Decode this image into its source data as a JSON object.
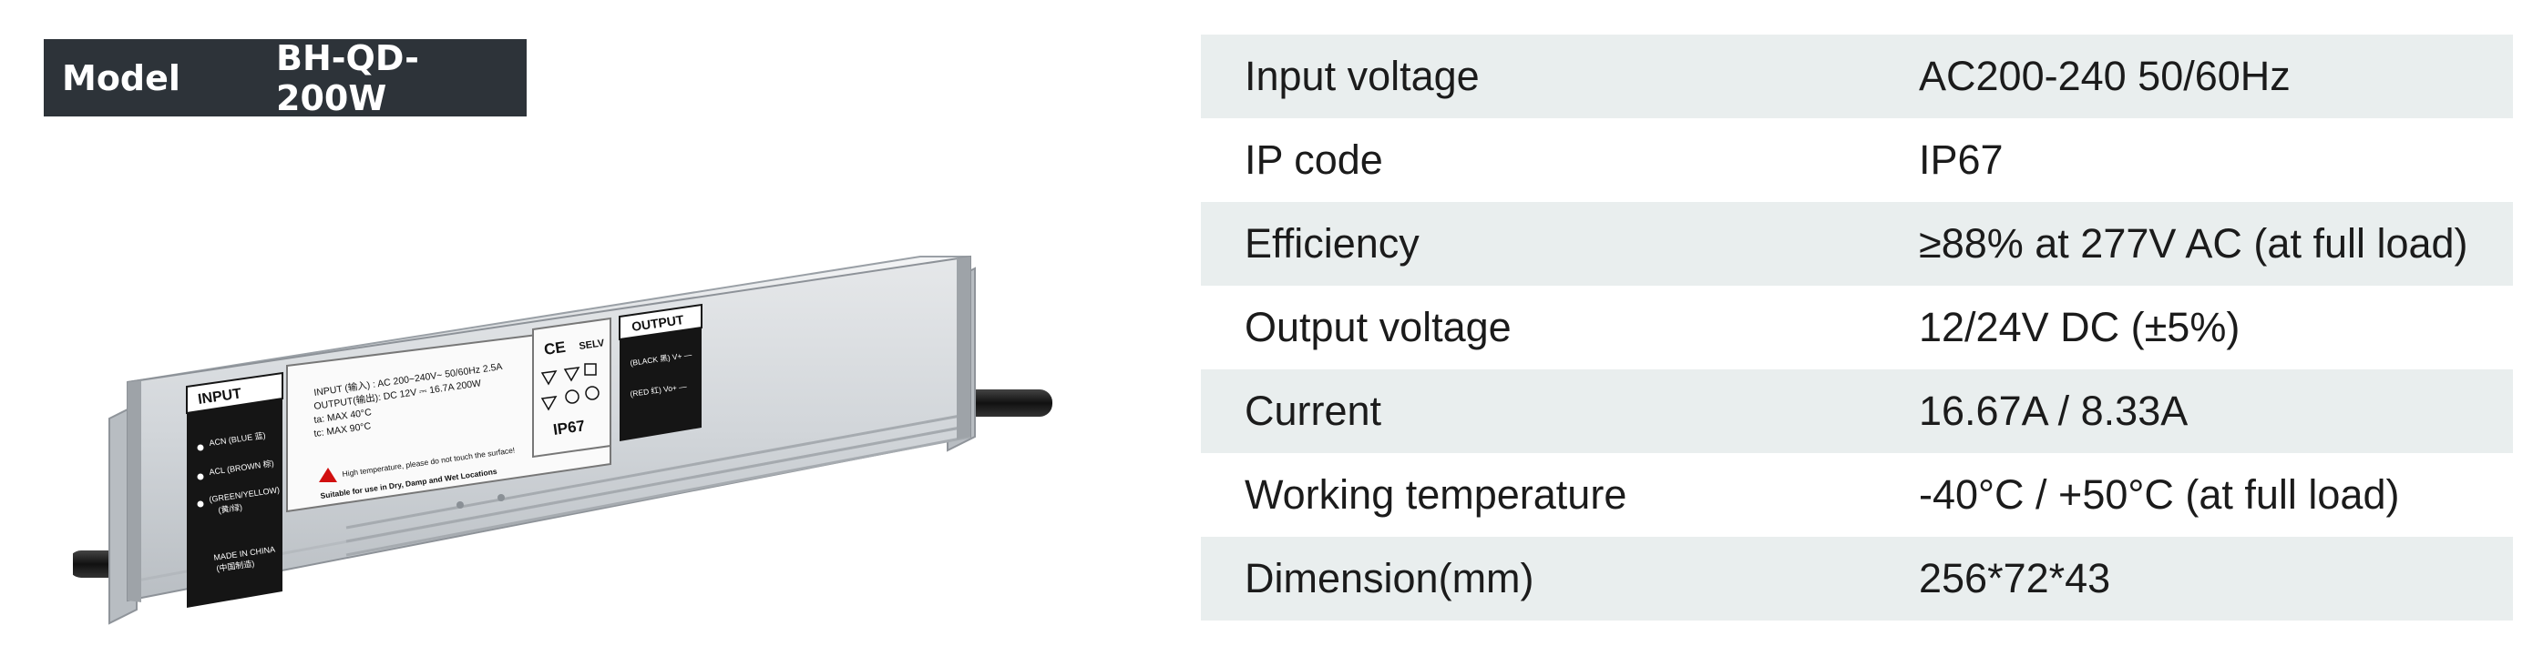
{
  "model": {
    "label": "Model",
    "value": "BH-QD-200W"
  },
  "product": {
    "input_panel": {
      "title": "INPUT",
      "lines": [
        "ACN (BLUE 蓝)",
        "ACL (BROWN 棕)",
        "(GREEN/YELLOW)",
        "(黄/绿)",
        "MADE IN CHINA",
        "(中国制造)"
      ]
    },
    "center_label": {
      "lines": [
        "INPUT (输入) : AC 200~240V~  50/60Hz  2.5A",
        "OUTPUT(输出): DC 12V ⎓ 16.7A      200W",
        "ta:   MAX 40°C",
        "tc:   MAX 90°C"
      ],
      "warning": "High temperature, please do not touch the surface!",
      "suitable": "Suitable for use in Dry, Damp and Wet Locations",
      "marks": [
        "CE",
        "SELV"
      ],
      "ip": "IP67"
    },
    "output_panel": {
      "title": "OUTPUT",
      "lines": [
        "(BLACK 黑) V+ —",
        "(RED 红) Vo+ —"
      ]
    }
  },
  "specs": [
    {
      "label": "Input voltage",
      "value": "AC200-240 50/60Hz"
    },
    {
      "label": "IP code",
      "value": "IP67"
    },
    {
      "label": "Efficiency",
      "value": "≥88% at 277V AC (at full load)"
    },
    {
      "label": "Output voltage",
      "value": "12/24V DC (±5%)"
    },
    {
      "label": "Current",
      "value": "16.67A / 8.33A"
    },
    {
      "label": "Working temperature",
      "value": "-40°C / +50°C (at full load)"
    },
    {
      "label": "Dimension(mm)",
      "value": "256*72*43"
    }
  ],
  "colors": {
    "header_bg": "#2d3339",
    "row_shade": "#e9eeee",
    "text": "#1b1b1b"
  }
}
